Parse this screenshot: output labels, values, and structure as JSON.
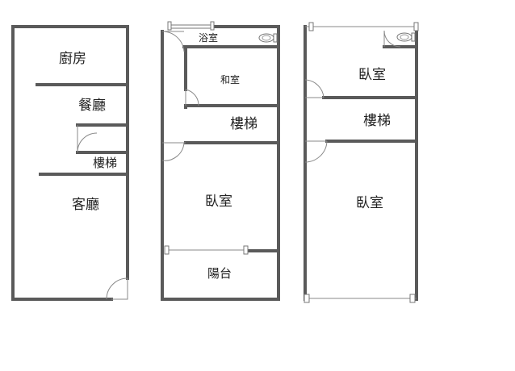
{
  "floors": [
    {
      "rooms": {
        "kitchen": "廚房",
        "dining": "餐廳",
        "stairs": "樓梯",
        "living": "客廳"
      }
    },
    {
      "rooms": {
        "bath": "浴室",
        "japanese_room": "和室",
        "stairs": "樓梯",
        "bedroom": "臥室",
        "balcony": "陽台"
      }
    },
    {
      "rooms": {
        "bedroom_top": "臥室",
        "stairs": "樓梯",
        "bedroom_main": "臥室"
      }
    }
  ]
}
